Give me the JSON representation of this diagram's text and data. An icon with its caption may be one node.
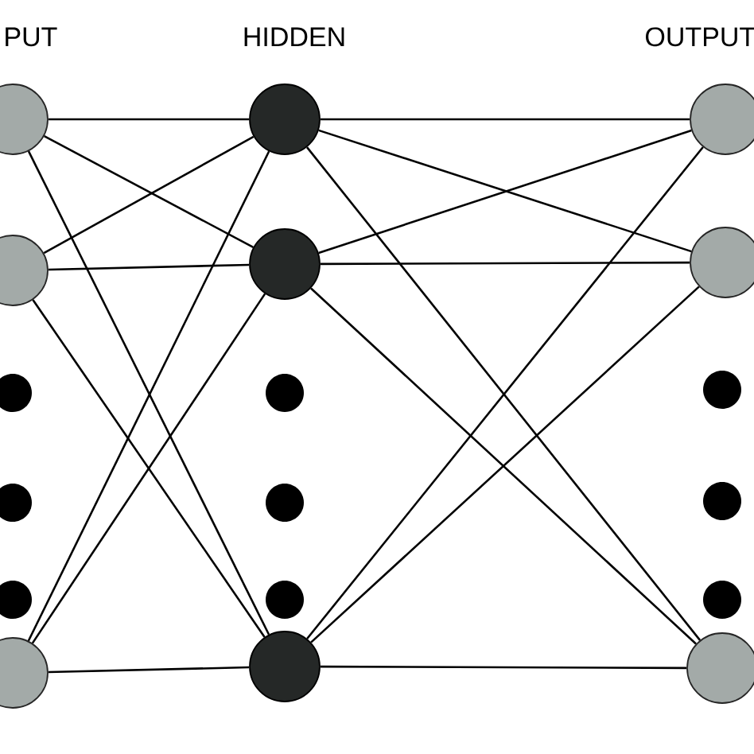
{
  "diagram": {
    "nodes": [
      {
        "text": [],
        "shape": "circle"
      },
      {
        "text": [],
        "shape": "circle"
      },
      {
        "text": [],
        "shape": "circle"
      },
      {
        "text": [],
        "shape": "circle"
      },
      {
        "text": [],
        "shape": "circle"
      },
      {
        "text": [],
        "shape": "circle"
      },
      {
        "text": [],
        "shape": "circle"
      },
      {
        "text": [],
        "shape": "circle"
      },
      {
        "text": [],
        "shape": "circle"
      },
      {
        "text": [],
        "shape": "circle"
      },
      {
        "text": [],
        "shape": "circle"
      },
      {
        "text": [],
        "shape": "circle"
      },
      {
        "text": [],
        "shape": "circle"
      },
      {
        "text": [],
        "shape": "circle"
      },
      {
        "text": [],
        "shape": "circle"
      },
      {
        "text": [],
        "shape": "circle"
      },
      {
        "text": [],
        "shape": "circle"
      },
      {
        "text": [],
        "shape": "circle"
      }
    ],
    "edges": [
      {
        "from": 0,
        "to": 6,
        "arrow": "none"
      },
      {
        "from": 0,
        "to": 7,
        "arrow": "none"
      },
      {
        "from": 0,
        "to": 11,
        "arrow": "none"
      },
      {
        "from": 1,
        "to": 6,
        "arrow": "none"
      },
      {
        "from": 1,
        "to": 7,
        "arrow": "none"
      },
      {
        "from": 1,
        "to": 11,
        "arrow": "none"
      },
      {
        "from": 5,
        "to": 6,
        "arrow": "none"
      },
      {
        "from": 5,
        "to": 7,
        "arrow": "none"
      },
      {
        "from": 5,
        "to": 11,
        "arrow": "none"
      },
      {
        "from": 6,
        "to": 12,
        "arrow": "none"
      },
      {
        "from": 6,
        "to": 13,
        "arrow": "none"
      },
      {
        "from": 6,
        "to": 17,
        "arrow": "none"
      },
      {
        "from": 7,
        "to": 12,
        "arrow": "none"
      },
      {
        "from": 7,
        "to": 13,
        "arrow": "none"
      },
      {
        "from": 7,
        "to": 17,
        "arrow": "none"
      },
      {
        "from": 11,
        "to": 12,
        "arrow": "none"
      },
      {
        "from": 11,
        "to": 13,
        "arrow": "none"
      },
      {
        "from": 11,
        "to": 17,
        "arrow": "none"
      }
    ],
    "labels": [
      "PUT",
      "HIDDEN",
      "OUTPUT"
    ]
  }
}
